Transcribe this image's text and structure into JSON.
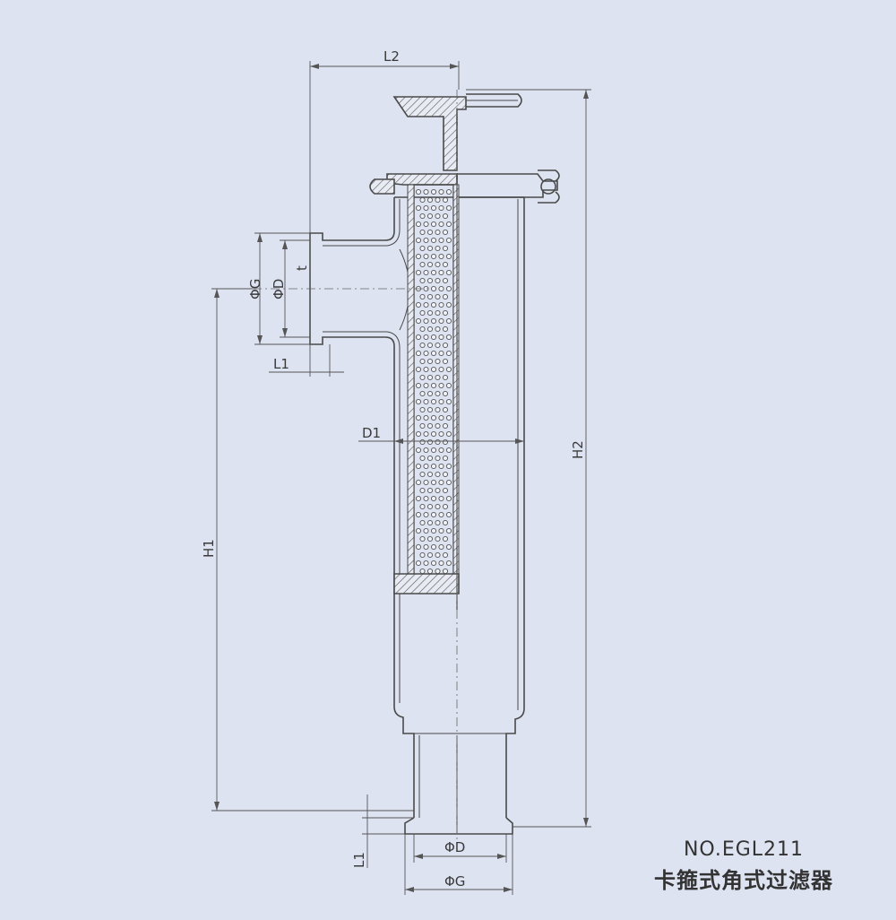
{
  "labels": {
    "L2": "L2",
    "H2": "H2",
    "H1": "H1",
    "D1": "D1",
    "L1_top": "L1",
    "L1_bottom": "L1",
    "phiG_side": "ΦG",
    "phiD_side": "ΦD",
    "t": "t",
    "phiD_bottom": "ΦD",
    "phiG_bottom": "ΦG"
  },
  "caption": {
    "model": "NO.EGL211",
    "name": "卡箍式角式过滤器"
  },
  "colors": {
    "background": "#dde3f1",
    "line": "#4a4a4a",
    "dim_line": "#555555"
  }
}
